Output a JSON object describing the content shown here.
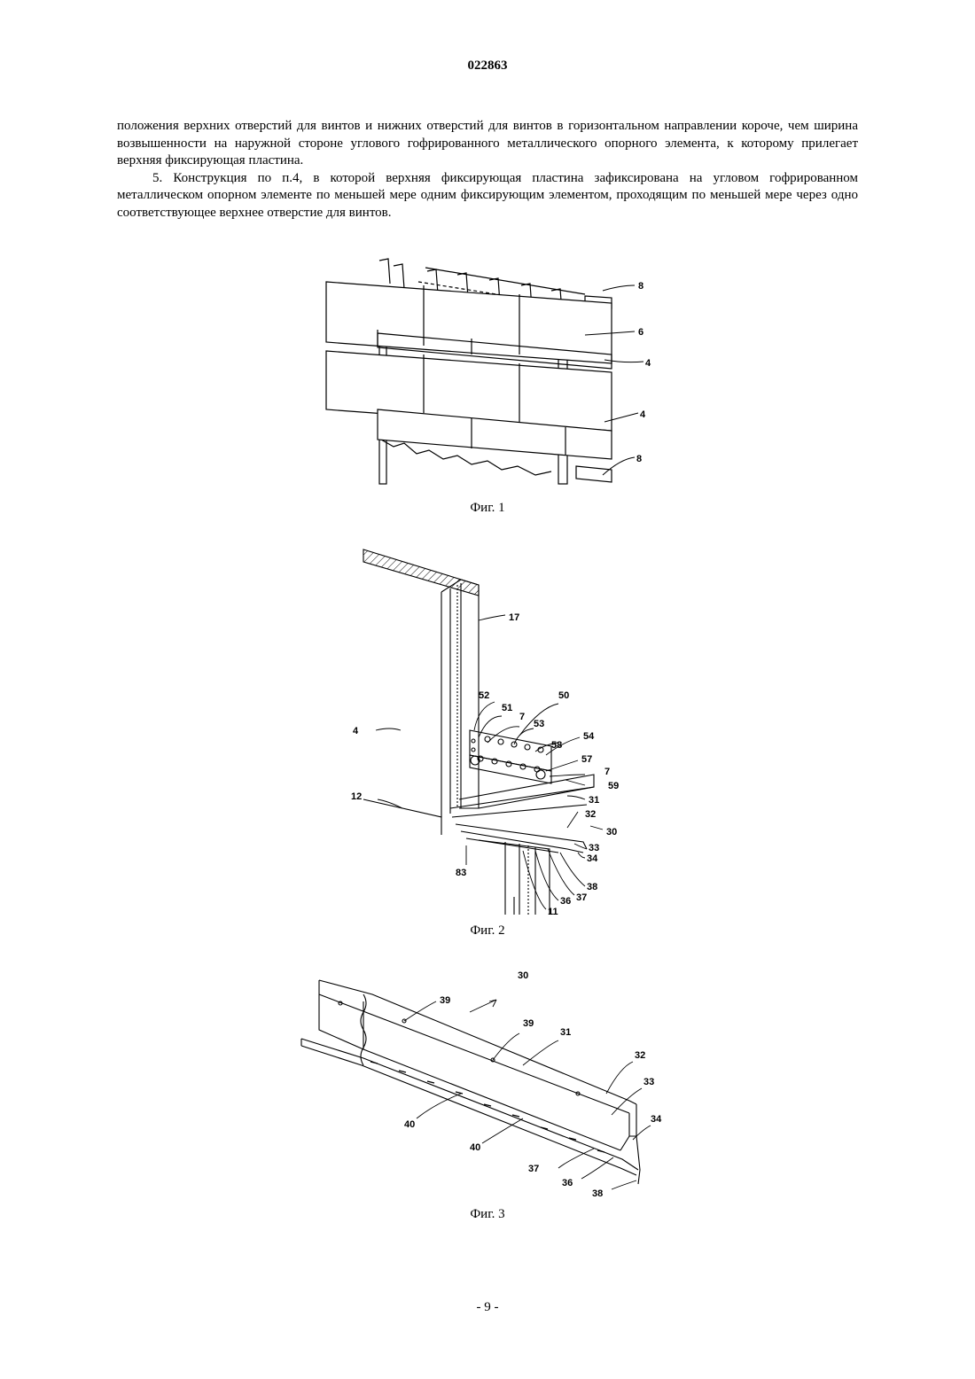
{
  "header": {
    "doc_number": "022863"
  },
  "body": {
    "paragraph_1": "положения верхних отверстий для винтов и нижних отверстий для винтов в горизонтальном направлении короче, чем ширина возвышенности на наружной стороне углового гофрированного металлического опорного элемента, к которому прилегает верхняя фиксирующая пластина.",
    "paragraph_2": "5. Конструкция по п.4, в которой верхняя фиксирующая пластина зафиксирована на угловом гофрированном металлическом опорном элементе по меньшей мере одним фиксирующим элементом, проходящим по меньшей мере через одно соответствующее верхнее отверстие для винтов."
  },
  "figures": {
    "fig1": {
      "caption": "Фиг. 1",
      "labels": {
        "l8_top": "8",
        "l6": "6",
        "l4_a": "4",
        "l4_b": "4",
        "l8_bottom": "8"
      }
    },
    "fig2": {
      "caption": "Фиг. 2",
      "labels": {
        "l17": "17",
        "l52": "52",
        "l50": "50",
        "l51": "51",
        "l7_a": "7",
        "l53": "53",
        "l58": "58",
        "l54": "54",
        "l57": "57",
        "l7_b": "7",
        "l59": "59",
        "l31": "31",
        "l32": "32",
        "l30": "30",
        "l33": "33",
        "l34": "34",
        "l38": "38",
        "l37": "37",
        "l36": "36",
        "l11": "11",
        "l4": "4",
        "l12": "12",
        "l83": "83"
      }
    },
    "fig3": {
      "caption": "Фиг. 3",
      "labels": {
        "l30": "30",
        "l39_a": "39",
        "l39_b": "39",
        "l31": "31",
        "l32": "32",
        "l33": "33",
        "l34": "34",
        "l40_a": "40",
        "l40_b": "40",
        "l37": "37",
        "l36": "36",
        "l38": "38"
      }
    }
  },
  "footer": {
    "page_number": "- 9 -"
  }
}
